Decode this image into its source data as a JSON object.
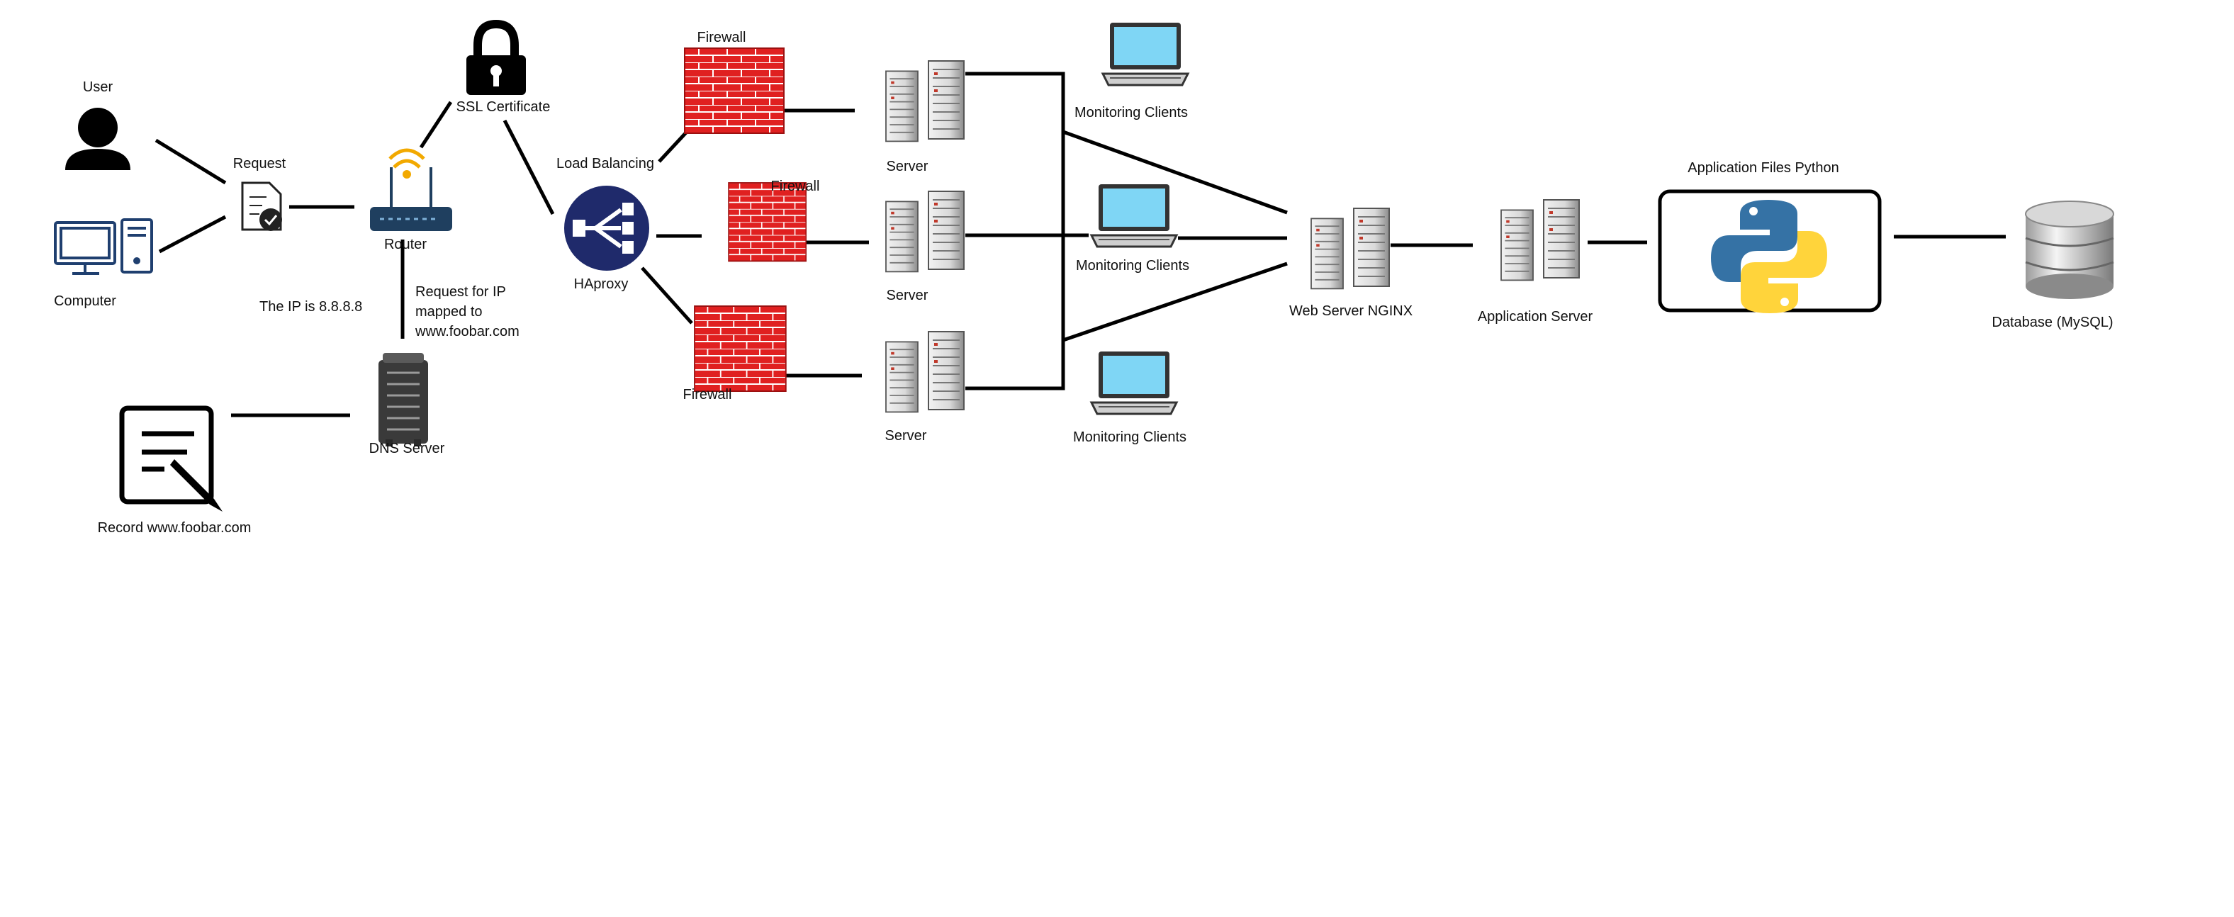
{
  "diagram": {
    "labels": {
      "user": "User",
      "computer": "Computer",
      "request": "Request",
      "router": "Router",
      "ssl_certificate": "SSL Certificate",
      "ip_note": "The IP is 8.8.8.8",
      "request_for_ip": "Request for IP\nmapped to\nwww.foobar.com",
      "dns_server": "DNS Server",
      "record": "Record www.foobar.com",
      "load_balancing": "Load Balancing",
      "haproxy": "HAproxy",
      "firewall_top": "Firewall",
      "firewall_middle": "Firewall",
      "firewall_bottom": "Firewall",
      "server_top": "Server",
      "server_middle": "Server",
      "server_bottom": "Server",
      "monitoring_top": "Monitoring Clients",
      "monitoring_middle": "Monitoring Clients",
      "monitoring_bottom": "Monitoring Clients",
      "web_server": "Web Server NGINX",
      "application_server": "Application Server",
      "application_files": "Application Files Python",
      "database": "Database (MySQL)"
    },
    "colors": {
      "line": "#000000",
      "firewall_brick": "#e02020",
      "laptop_screen": "#7fd6f5",
      "haproxy": "#1f2a6b",
      "wifi": "#f2a900",
      "router": "#1f3f5f",
      "python_blue": "#3572a5",
      "python_yellow": "#ffd43b"
    }
  }
}
